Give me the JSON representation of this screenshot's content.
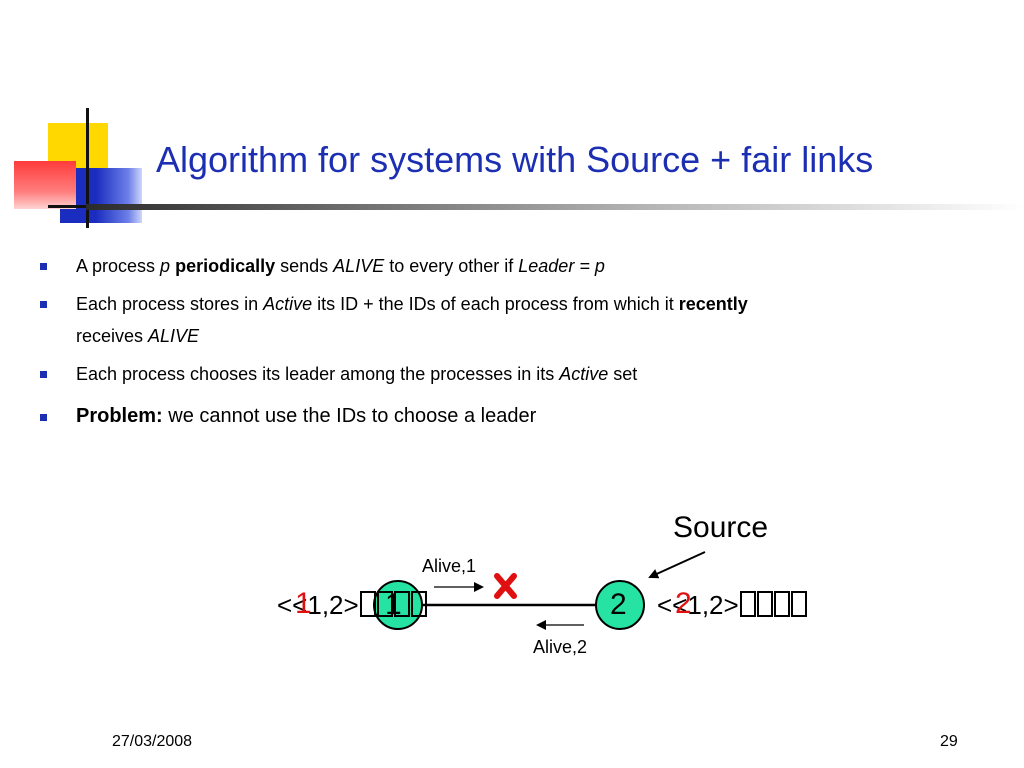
{
  "title": "Algorithm for systems with Source + fair links",
  "bullets": {
    "b1": {
      "t1": "A process ",
      "p": "p",
      "sp": " ",
      "periodically": "periodically",
      "t2": " sends ",
      "alive": "ALIVE",
      "t3": " to every other if ",
      "leader": "Leader = p"
    },
    "b2": {
      "t1": "Each process stores in ",
      "active": "Active",
      "t2": " its ID + the IDs of each process from which it ",
      "recently": "recently",
      "t3": " receives ",
      "alive": "ALIVE"
    },
    "b3": {
      "t1": "Each process chooses its leader among the processes in its ",
      "active": "Active",
      "t2": " set"
    },
    "b4": {
      "problem": "Problem:",
      "t1": " we cannot use the IDs to choose a leader"
    }
  },
  "diagram": {
    "source_label": "Source",
    "message1": "Alive,1",
    "message2": "Alive,2",
    "node1": "1",
    "node2": "2",
    "active_left": "<<1,2>",
    "active_right": "<<1,2>",
    "leader_left": "1",
    "leader_right": "2",
    "colors": {
      "node_fill": "#27e3a3",
      "cross": "#e01010",
      "title": "#1c2fb3"
    }
  },
  "footer": {
    "date": "27/03/2008",
    "page": "29"
  }
}
